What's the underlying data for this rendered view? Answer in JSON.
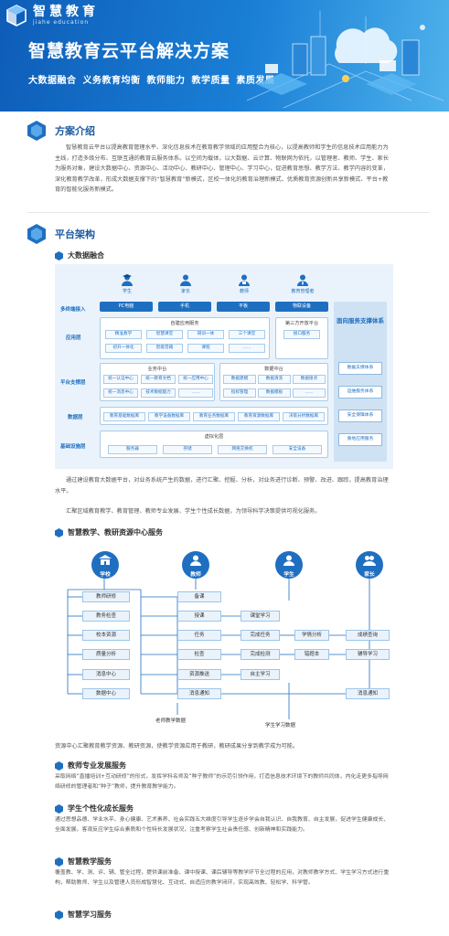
{
  "banner": {
    "logo_cn": "智慧教育",
    "logo_en": "jiahe education",
    "title": "智慧教育云平台解决方案",
    "tags": "大数据融合 义务教育均衡 教师能力 教学质量 素质发展"
  },
  "intro": {
    "title": "方案介绍",
    "text": "智慧教育云平台以提高教育管理水平、深化信息技术在教育教学领域的应用整合为核心，以提高教师和学生的信息技术应用能力为主线，打造多级分布、互联互通的教育云服务体系。以空间为载体，以大数据、云计算、物联网为依托，以管理者、教师、学生、家长为服务对象，建设大数据中心、资源中心、活动中心、教研中心、管理中心、学习中心，促进教育思想、教学方法、教学内容的变革，深化教育教学改革，形成大数据支撑下的“智慧教育”新模式，区校一体化的教育治理新模式、优质教育资源创新共享新模式、平台+教育的智能化服务新模式。"
  },
  "platform": {
    "title": "平台架构",
    "sub1": "大数据融合",
    "arch": {
      "roles": [
        "学生",
        "家长",
        "教师",
        "教育管理者"
      ],
      "rows": [
        "多终端接入",
        "应用层",
        "平台支撑层",
        "数据层",
        "基础设施层"
      ],
      "terminals": [
        "PC电脑",
        "手机",
        "平板",
        "物联设备"
      ],
      "app_title": "自建应用服务",
      "apps": [
        "精准教学",
        "智慧课堂",
        "研训一体",
        "三个课堂",
        "初升一体化",
        "智能音箱",
        "课程",
        "……"
      ],
      "third_title": "第三方开放平台",
      "third_item": "接口服务",
      "biz_title": "业务中台",
      "biz": [
        "统一认证中心",
        "统一教育文档",
        "统一应用中心",
        "统一消息中心",
        "技术数据能力",
        "……"
      ],
      "data_title": "数据中台",
      "data": [
        "数据建模",
        "数据清洗",
        "数据接点",
        "指标管理",
        "数据模板",
        "……"
      ],
      "datalayer": [
        "教育基础数据库",
        "教学设备数据库",
        "教育业务数据库",
        "教育资源数据库",
        "决策分析数据库"
      ],
      "infra_title": "虚拟化层",
      "infra": [
        "服务器",
        "存储",
        "网络交换机",
        "安全设备"
      ],
      "side_title": "面向服务支撑体系",
      "side": [
        "数据支撑体系",
        "运维服务体系",
        "安全保障体系",
        "质地应用服务"
      ]
    },
    "p1": "通过建设教育大数据平台，对业务系统产生的数据，进行汇聚、挖掘、分析，对业务进行诊断、预警、改进、跟踪，提高教育治理水平。",
    "p2": "汇聚区域教育教学、教育管理、教师专业发展、学生个性成长数据，为领导科学决策提供可视化服务。",
    "sub2": "智慧教学、教研资源中心服务",
    "flow": {
      "circles": [
        "学校",
        "教师",
        "学生",
        "家长"
      ],
      "col1": [
        "教师研修",
        "教务检查",
        "校本资源",
        "质量分析",
        "消息中心",
        "数据中心"
      ],
      "col2": [
        "备课",
        "授课",
        "任务",
        "检查",
        "资源推送",
        "消息通知"
      ],
      "col3": [
        "课堂学习",
        "完成任务",
        "完成检测",
        "自主学习"
      ],
      "col4": [
        "学情分析",
        "错题本"
      ],
      "col5": [
        "成绩查询",
        "辅导学习",
        "消息通知"
      ],
      "notes": [
        "老师教学数据",
        "学生学习数据"
      ]
    },
    "p3": "资源中心汇聚教育教学资源、教研资源，使教学资源应用于教研，教研成果分享到教学成为可能。",
    "sections": [
      {
        "title": "教师专业发展服务",
        "text": "采取网络“直播培训+互动研修”的形式，发挥学科名师及“种子教师”的示范引领作用，打造信息技术环境下的教师共同体，内化走更多指导网络研修的管理者和“种子”教师，提升教育教学能力。"
      },
      {
        "title": "学生个性化成长服务",
        "text": "通过思想品德、学业水平、身心健康、艺术素养、社会实践五大维度引导学生逐步学会自我认识、自我教育、自主发展，促进学生健康成长、全面发展。客观反应学生综合素质和个性特长发展状况，注重考察学生社会责任感、创新精神和实践能力。"
      },
      {
        "title": "智慧教学服务",
        "text": "覆盖教、学、测、评、辅、管全过程，提供课前准备、课中授课、课后辅导等教学环节全过程的应用，对教师教学方式、学生学习方式进行重构，帮助教师、学生以及管理人员形成智慧化、互动式、自适应的教学闭环，实现高效教、轻松学、科学管。"
      },
      {
        "title": "智慧学习服务",
        "text": ""
      }
    ]
  }
}
